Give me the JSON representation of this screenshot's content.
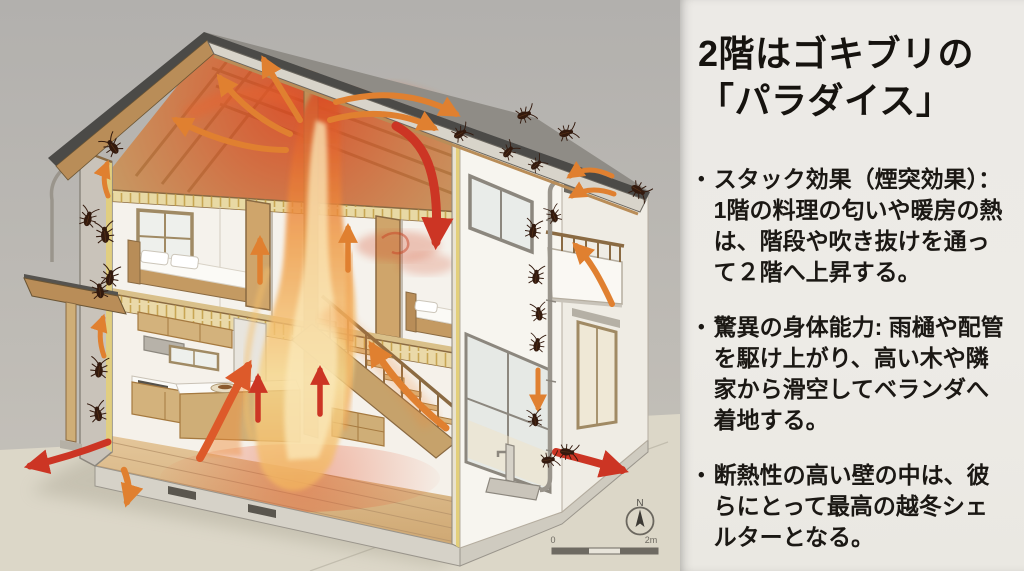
{
  "panel": {
    "title_lines": [
      "2階はゴキブリの",
      "「パラダイス」"
    ],
    "bullet_char": "•",
    "bullets": [
      "スタック効果（煙突効果）：1階の料理の匂いや暖房の熱は、階段や吹き抜けを通って２階へ上昇する。",
      "驚異の身体能力: 雨樋や配管を駆け上がり、高い木や隣家から滑空してベランダへ着地する。",
      "断熱性の高い壁の中は、彼らにとって最高の越冬シェルターとなる。"
    ]
  },
  "illustration": {
    "compass_label": "N",
    "scale": {
      "start_label": "0",
      "end_label": "2m"
    },
    "colors": {
      "flame_top": "#d84a24",
      "flame_mid": "#f09a44",
      "flame_core": "#f7d78c",
      "flame_base": "#f2b25e",
      "arrow_orange": "#e08030",
      "arrow_red": "#cc3524",
      "arrow_red_orange": "#dd5a2a",
      "roach_body": "#331a0e"
    }
  }
}
